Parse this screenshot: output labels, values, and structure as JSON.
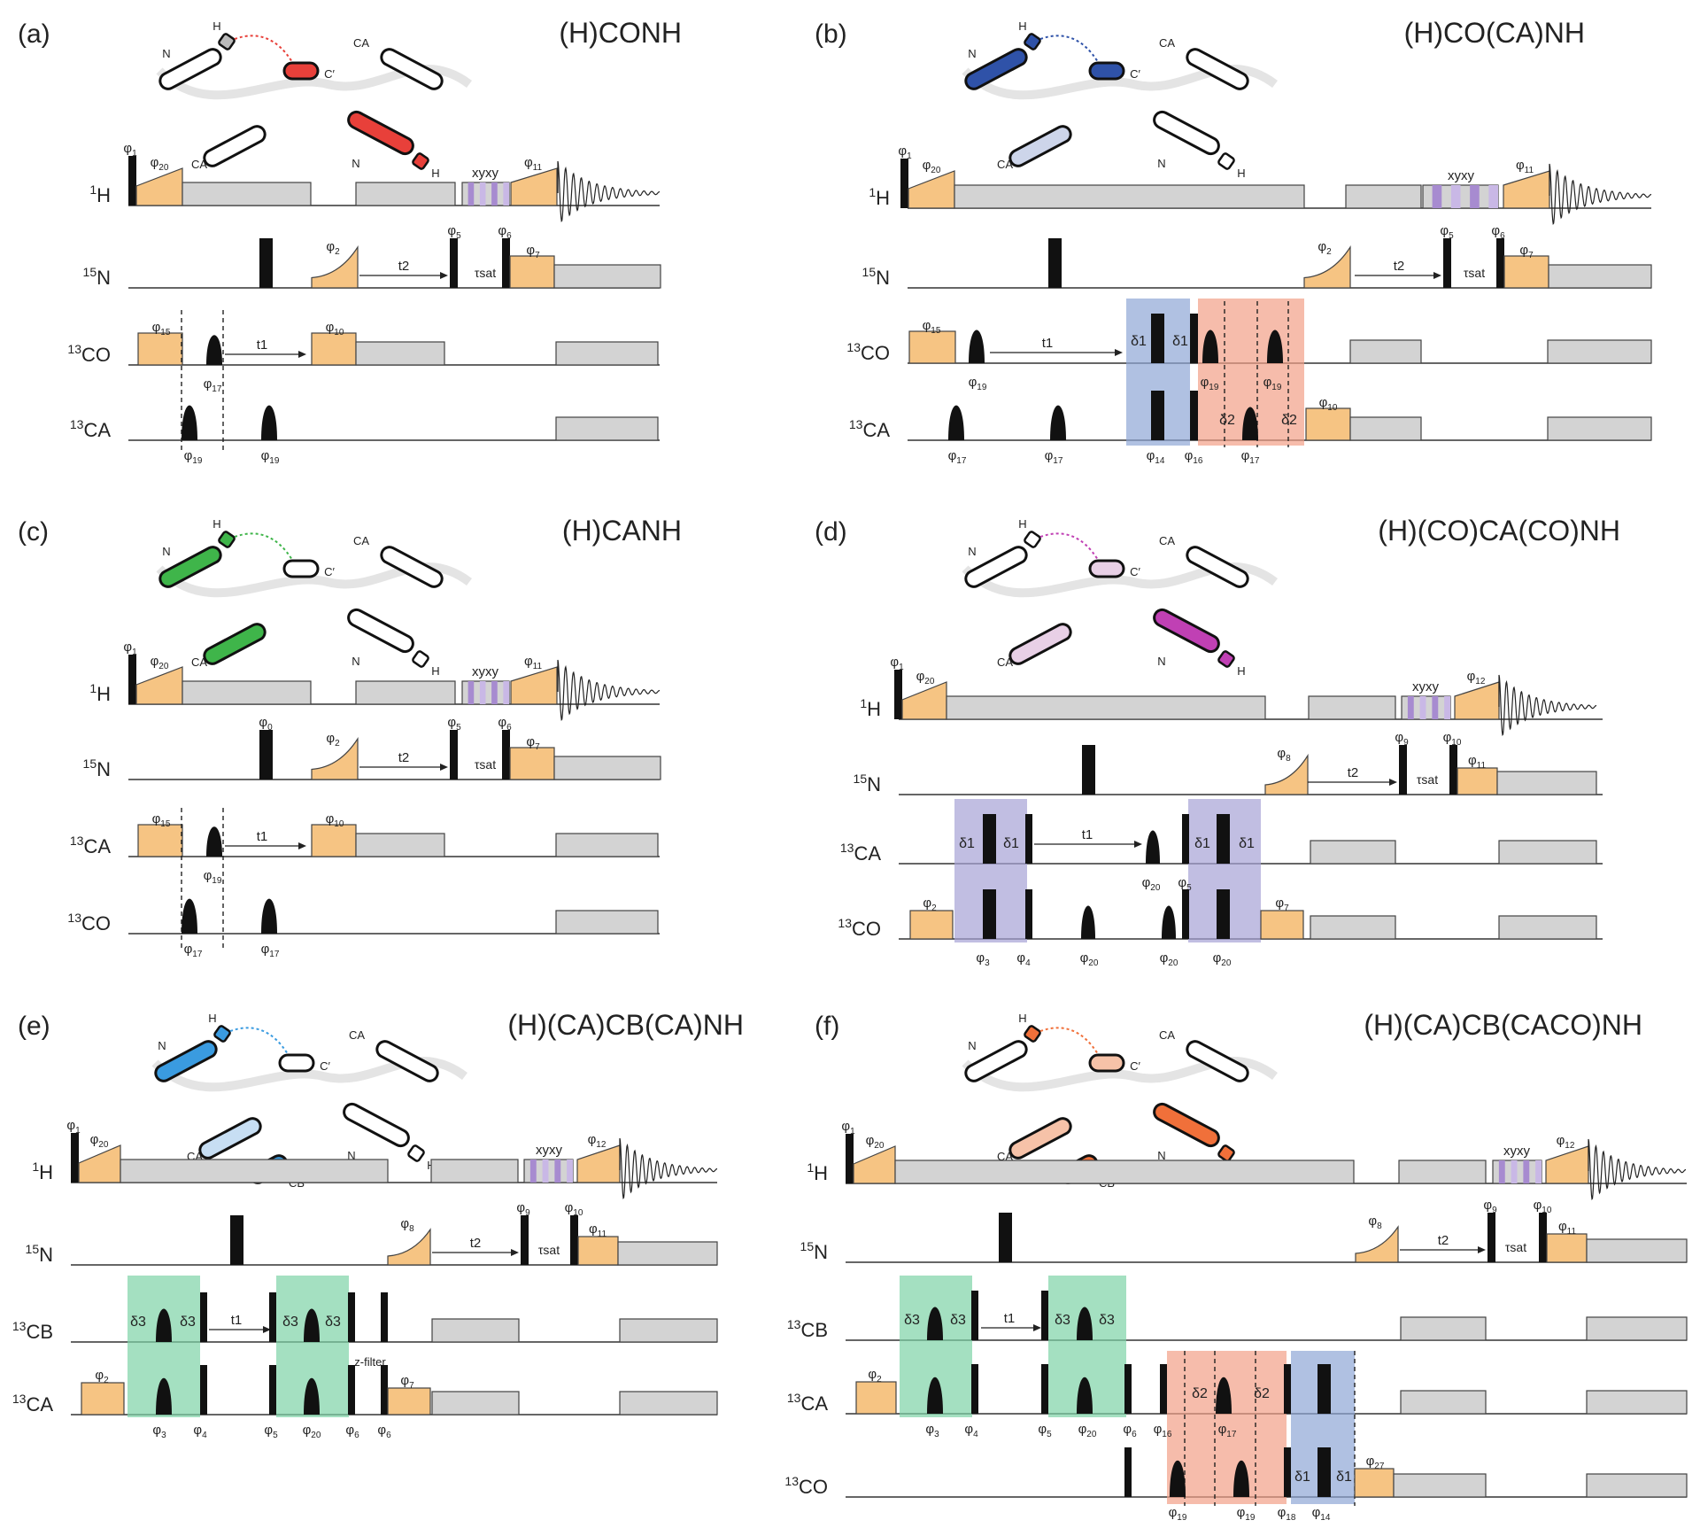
{
  "panels": [
    {
      "letter": "(a)",
      "title": "(H)CONH",
      "title_color": "#e8403a",
      "channels": [
        {
          "nuc": "1H",
          "sup": "1",
          "el": "H"
        },
        {
          "nuc": "15N",
          "sup": "15",
          "el": "N"
        },
        {
          "nuc": "13CO",
          "sup": "13",
          "el": "CO"
        },
        {
          "nuc": "13CA",
          "sup": "13",
          "el": "CA"
        }
      ],
      "mol_labels": {
        "n1": "N",
        "h1": "H",
        "c1": "C′",
        "ca1": "CA",
        "ca2": "CA",
        "n2": "N",
        "h2": "H"
      },
      "phases": [
        "φ1",
        "φ20",
        "φ11",
        "φ2",
        "φ5",
        "φ6",
        "φ7",
        "φ15",
        "φ10",
        "φ17",
        "φ19",
        "φ19"
      ],
      "delays": {
        "t1": "t1",
        "t2": "t2",
        "tsat": "τsat"
      },
      "xyxy": "xyxy"
    },
    {
      "letter": "(b)",
      "title": "(H)CO(CA)NH",
      "title_color": "#2f52a8",
      "channels": [
        {
          "nuc": "1H",
          "sup": "1",
          "el": "H"
        },
        {
          "nuc": "15N",
          "sup": "15",
          "el": "N"
        },
        {
          "nuc": "13CO",
          "sup": "13",
          "el": "CO"
        },
        {
          "nuc": "13CA",
          "sup": "13",
          "el": "CA"
        }
      ],
      "mol_labels": {
        "n1": "N",
        "h1": "H",
        "c1": "C′",
        "ca1": "CA",
        "ca2": "CA",
        "n2": "N",
        "h2": "H"
      },
      "phases": [
        "φ1",
        "φ20",
        "φ11",
        "φ2",
        "φ5",
        "φ6",
        "φ7",
        "φ15",
        "φ19",
        "φ19",
        "φ19",
        "φ10",
        "φ17",
        "φ17",
        "φ14",
        "φ16",
        "φ17"
      ],
      "delays": {
        "t1": "t1",
        "t2": "t2",
        "tsat": "τsat",
        "d1a": "δ1",
        "d1b": "δ1",
        "d2a": "δ2",
        "d2b": "δ2"
      },
      "xyxy": "xyxy"
    },
    {
      "letter": "(c)",
      "title": "(H)CANH",
      "title_color": "#3fb54a",
      "channels": [
        {
          "nuc": "1H",
          "sup": "1",
          "el": "H"
        },
        {
          "nuc": "15N",
          "sup": "15",
          "el": "N"
        },
        {
          "nuc": "13CA",
          "sup": "13",
          "el": "CA"
        },
        {
          "nuc": "13CO",
          "sup": "13",
          "el": "CO"
        }
      ],
      "mol_labels": {
        "n1": "N",
        "h1": "H",
        "c1": "C′",
        "ca1": "CA",
        "ca2": "CA",
        "n2": "N",
        "h2": "H"
      },
      "phases": [
        "φ1",
        "φ20",
        "φ11",
        "φ0",
        "φ2",
        "φ5",
        "φ6",
        "φ7",
        "φ15",
        "φ10",
        "φ19",
        "φ17",
        "φ17"
      ],
      "delays": {
        "t1": "t1",
        "t2": "t2",
        "tsat": "τsat"
      },
      "xyxy": "xyxy"
    },
    {
      "letter": "(d)",
      "title": "(H)(CO)CA(CO)NH",
      "title_color": "#c040b4",
      "channels": [
        {
          "nuc": "1H",
          "sup": "1",
          "el": "H"
        },
        {
          "nuc": "15N",
          "sup": "15",
          "el": "N"
        },
        {
          "nuc": "13CA",
          "sup": "13",
          "el": "CA"
        },
        {
          "nuc": "13CO",
          "sup": "13",
          "el": "CO"
        }
      ],
      "mol_labels": {
        "n1": "N",
        "h1": "H",
        "c1": "C′",
        "ca1": "CA",
        "ca2": "CA",
        "n2": "N",
        "h2": "H"
      },
      "phases": [
        "φ1",
        "φ20",
        "φ12",
        "φ8",
        "φ9",
        "φ10",
        "φ11",
        "φ20",
        "φ5",
        "φ2",
        "φ3",
        "φ4",
        "φ20",
        "φ20",
        "φ20",
        "φ7"
      ],
      "delays": {
        "t1": "t1",
        "t2": "t2",
        "tsat": "τsat",
        "d1a": "δ1",
        "d1b": "δ1",
        "d1c": "δ1",
        "d1d": "δ1"
      },
      "xyxy": "xyxy"
    },
    {
      "letter": "(e)",
      "title": "(H)(CA)CB(CA)NH",
      "title_color": "#3a9be0",
      "channels": [
        {
          "nuc": "1H",
          "sup": "1",
          "el": "H"
        },
        {
          "nuc": "15N",
          "sup": "15",
          "el": "N"
        },
        {
          "nuc": "13CB",
          "sup": "13",
          "el": "CB"
        },
        {
          "nuc": "13CA",
          "sup": "13",
          "el": "CA"
        }
      ],
      "mol_labels": {
        "n1": "N",
        "h1": "H",
        "c1": "C′",
        "ca1": "CA",
        "cb": "CB",
        "ca2": "CA",
        "n2": "N",
        "h2": "H"
      },
      "phases": [
        "φ1",
        "φ20",
        "φ12",
        "φ8",
        "φ9",
        "φ10",
        "φ11",
        "φ2",
        "φ3",
        "φ4",
        "φ5",
        "φ20",
        "φ6",
        "φ6",
        "φ7"
      ],
      "delays": {
        "t1": "t1",
        "t2": "t2",
        "tsat": "τsat",
        "d3a": "δ3",
        "d3b": "δ3",
        "d3c": "δ3",
        "d3d": "δ3",
        "zfilter": "z-filter"
      },
      "xyxy": "xyxy"
    },
    {
      "letter": "(f)",
      "title": "(H)(CA)CB(CACO)NH",
      "title_color": "#f0703a",
      "channels": [
        {
          "nuc": "1H",
          "sup": "1",
          "el": "H"
        },
        {
          "nuc": "15N",
          "sup": "15",
          "el": "N"
        },
        {
          "nuc": "13CB",
          "sup": "13",
          "el": "CB"
        },
        {
          "nuc": "13CA",
          "sup": "13",
          "el": "CA"
        },
        {
          "nuc": "13CO",
          "sup": "13",
          "el": "CO"
        }
      ],
      "mol_labels": {
        "n1": "N",
        "h1": "H",
        "c1": "C′",
        "ca1": "CA",
        "cb": "CB",
        "ca2": "CA",
        "n2": "N",
        "h2": "H"
      },
      "phases": [
        "φ1",
        "φ20",
        "φ12",
        "φ8",
        "φ9",
        "φ10",
        "φ11",
        "φ2",
        "φ3",
        "φ4",
        "φ5",
        "φ20",
        "φ6",
        "φ16",
        "φ17",
        "φ19",
        "φ19",
        "φ18",
        "φ14",
        "φ27"
      ],
      "delays": {
        "t1": "t1",
        "t2": "t2",
        "tsat": "τsat",
        "d3a": "δ3",
        "d3b": "δ3",
        "d3c": "δ3",
        "d3d": "δ3",
        "d2a": "δ2",
        "d2b": "δ2",
        "d1a": "δ1",
        "d1b": "δ1"
      },
      "xyxy": "xyxy"
    }
  ],
  "colors": {
    "orange_pulse": "#f6c483",
    "gray_block": "#d3d3d3",
    "purple_block": "#a78bd0",
    "blue_box": "#8ea7d6",
    "salmon_box": "#f2a088",
    "lavender_box": "#a7a2d6",
    "green_box": "#7dd3a7"
  }
}
